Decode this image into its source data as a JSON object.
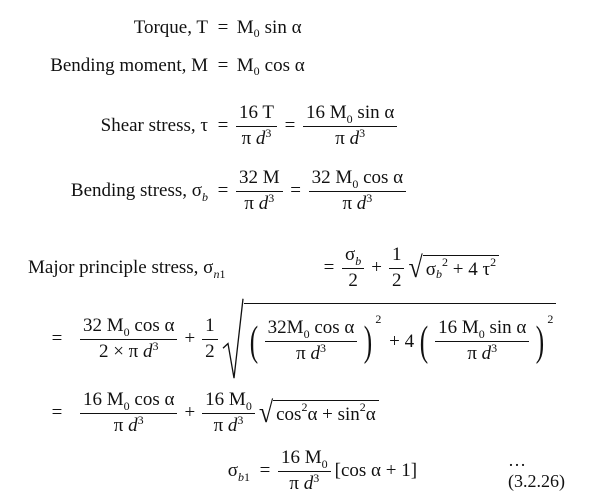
{
  "equations": {
    "torque_label": "Torque, T",
    "bending_moment_label": "Bending moment, M",
    "shear_label": "Shear stress, τ",
    "bending_stress_label": "Bending stress, σ",
    "major_label": "Major principle stress, σ",
    "equation_number": "… (3.2.26)"
  }
}
